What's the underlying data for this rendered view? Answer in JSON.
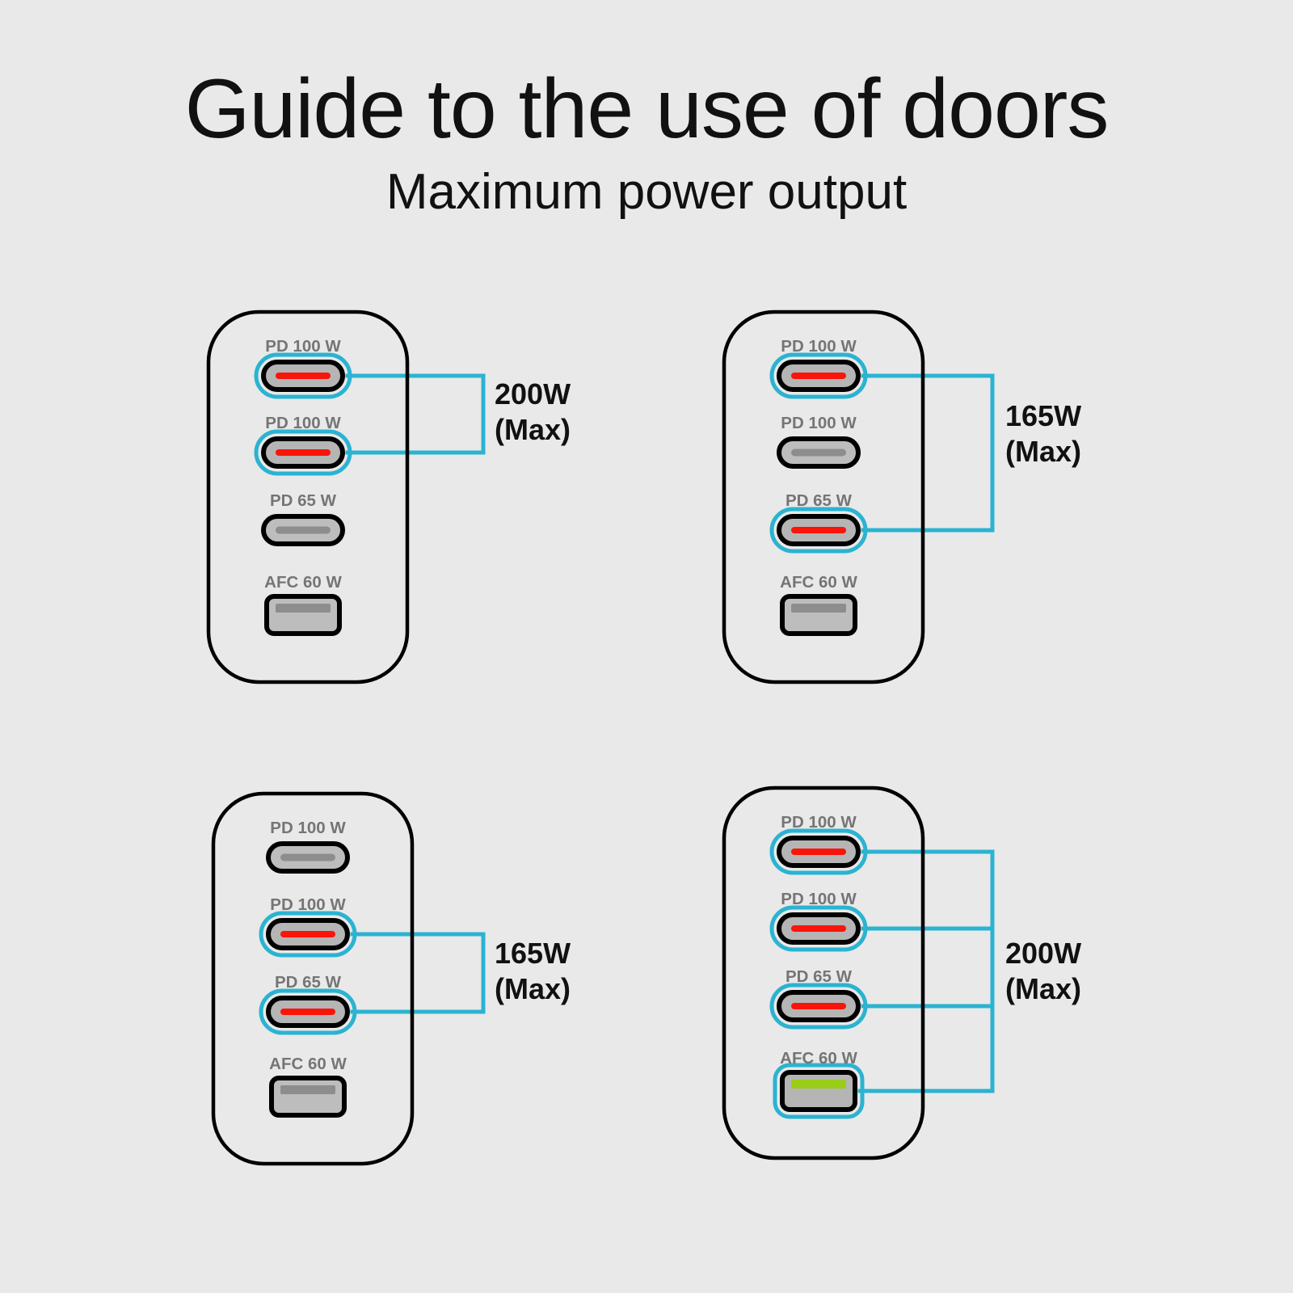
{
  "header": {
    "title": "Guide to the use of doors",
    "subtitle": "Maximum power output"
  },
  "colors": {
    "background": "#e9e9e9",
    "body_outline": "#000000",
    "port_outline": "#000000",
    "port_fill": "#b5b5b5",
    "port_fill_inactive": "#bdbdbd",
    "bar_active_red": "#fa1409",
    "bar_active_green": "#9acd17",
    "bar_inactive": "#8d8d8d",
    "highlight_cyan": "#2bb3d1",
    "label_gray": "#757575",
    "value_text": "#111111"
  },
  "port_labels": {
    "pd100": "PD 100 W",
    "pd65": "PD 65 W",
    "afc60": "AFC 60 W"
  },
  "chargers": [
    {
      "id": "charger-top-left",
      "total_label": "200W",
      "total_suffix": "(Max)",
      "ports": [
        {
          "name": "port-pd100-1",
          "label": "PD 100 W",
          "type": "usb-c",
          "active": true,
          "bar": "red"
        },
        {
          "name": "port-pd100-2",
          "label": "PD 100 W",
          "type": "usb-c",
          "active": true,
          "bar": "red"
        },
        {
          "name": "port-pd65",
          "label": "PD 65 W",
          "type": "usb-c",
          "active": false,
          "bar": "gray"
        },
        {
          "name": "port-afc60",
          "label": "AFC 60 W",
          "type": "usb-a",
          "active": false,
          "bar": "gray"
        }
      ]
    },
    {
      "id": "charger-top-right",
      "total_label": "165W",
      "total_suffix": "(Max)",
      "ports": [
        {
          "name": "port-pd100-1",
          "label": "PD 100 W",
          "type": "usb-c",
          "active": true,
          "bar": "red"
        },
        {
          "name": "port-pd100-2",
          "label": "PD 100 W",
          "type": "usb-c",
          "active": false,
          "bar": "gray"
        },
        {
          "name": "port-pd65",
          "label": "PD 65 W",
          "type": "usb-c",
          "active": true,
          "bar": "red"
        },
        {
          "name": "port-afc60",
          "label": "AFC 60 W",
          "type": "usb-a",
          "active": false,
          "bar": "gray"
        }
      ]
    },
    {
      "id": "charger-bottom-left",
      "total_label": "165W",
      "total_suffix": "(Max)",
      "ports": [
        {
          "name": "port-pd100-1",
          "label": "PD 100 W",
          "type": "usb-c",
          "active": false,
          "bar": "gray"
        },
        {
          "name": "port-pd100-2",
          "label": "PD 100 W",
          "type": "usb-c",
          "active": true,
          "bar": "red"
        },
        {
          "name": "port-pd65",
          "label": "PD 65 W",
          "type": "usb-c",
          "active": true,
          "bar": "red"
        },
        {
          "name": "port-afc60",
          "label": "AFC 60 W",
          "type": "usb-a",
          "active": false,
          "bar": "gray"
        }
      ]
    },
    {
      "id": "charger-bottom-right",
      "total_label": "200W",
      "total_suffix": "(Max)",
      "ports": [
        {
          "name": "port-pd100-1",
          "label": "PD 100 W",
          "type": "usb-c",
          "active": true,
          "bar": "red"
        },
        {
          "name": "port-pd100-2",
          "label": "PD 100 W",
          "type": "usb-c",
          "active": true,
          "bar": "red"
        },
        {
          "name": "port-pd65",
          "label": "PD 65 W",
          "type": "usb-c",
          "active": true,
          "bar": "red"
        },
        {
          "name": "port-afc60",
          "label": "AFC 60 W",
          "type": "usb-a",
          "active": true,
          "bar": "green"
        }
      ]
    }
  ]
}
